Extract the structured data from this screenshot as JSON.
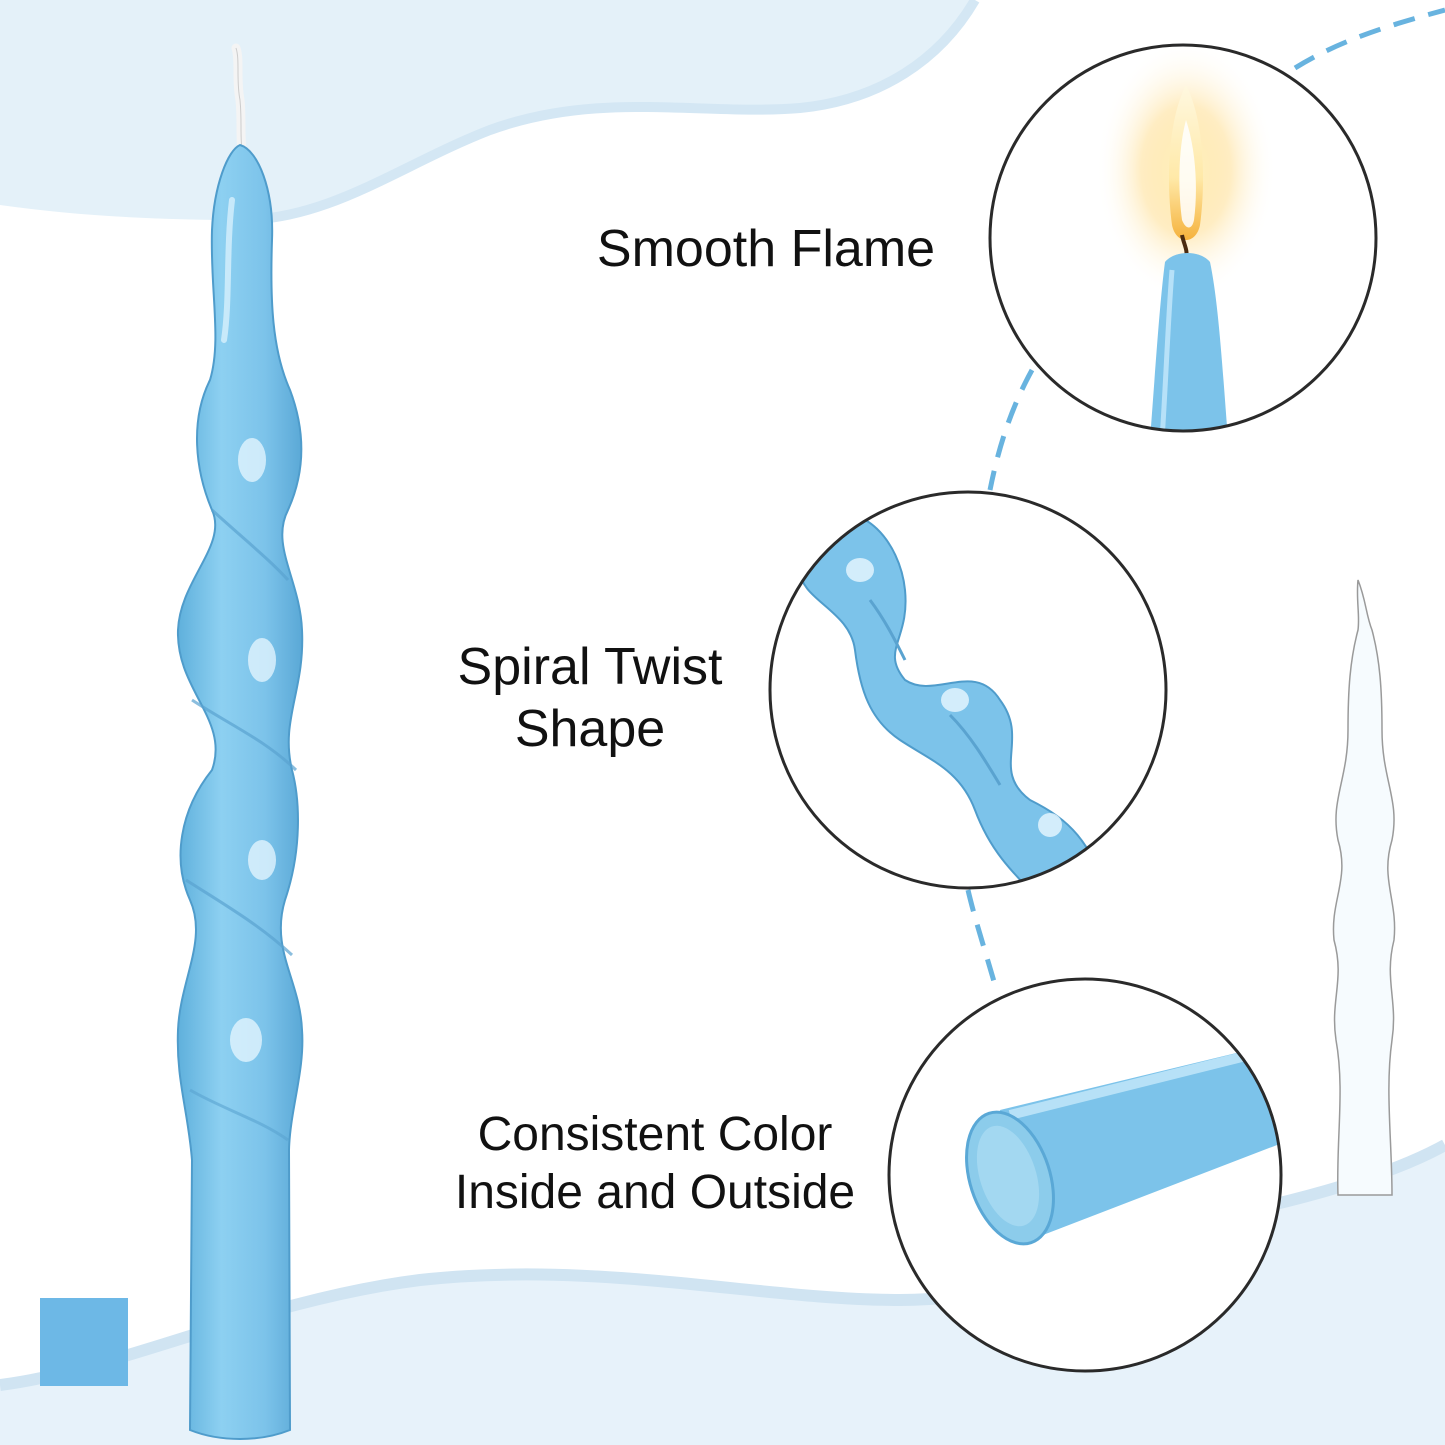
{
  "features": [
    {
      "lines": [
        "Smooth Flame"
      ],
      "icon": "flame-icon"
    },
    {
      "lines": [
        "Spiral Twist",
        "Shape"
      ],
      "icon": "spiral-icon"
    },
    {
      "lines": [
        "Consistent Color",
        "Inside and Outside"
      ],
      "icon": "cross-section-icon"
    }
  ],
  "colors": {
    "candle": "#7cc3ea",
    "swatch": "#6db8e6",
    "wave_light": "#e4f1f9",
    "wave_mid": "#cfe4f3",
    "dash_line": "#68b3df",
    "circle_border": "#2a2a2a"
  }
}
